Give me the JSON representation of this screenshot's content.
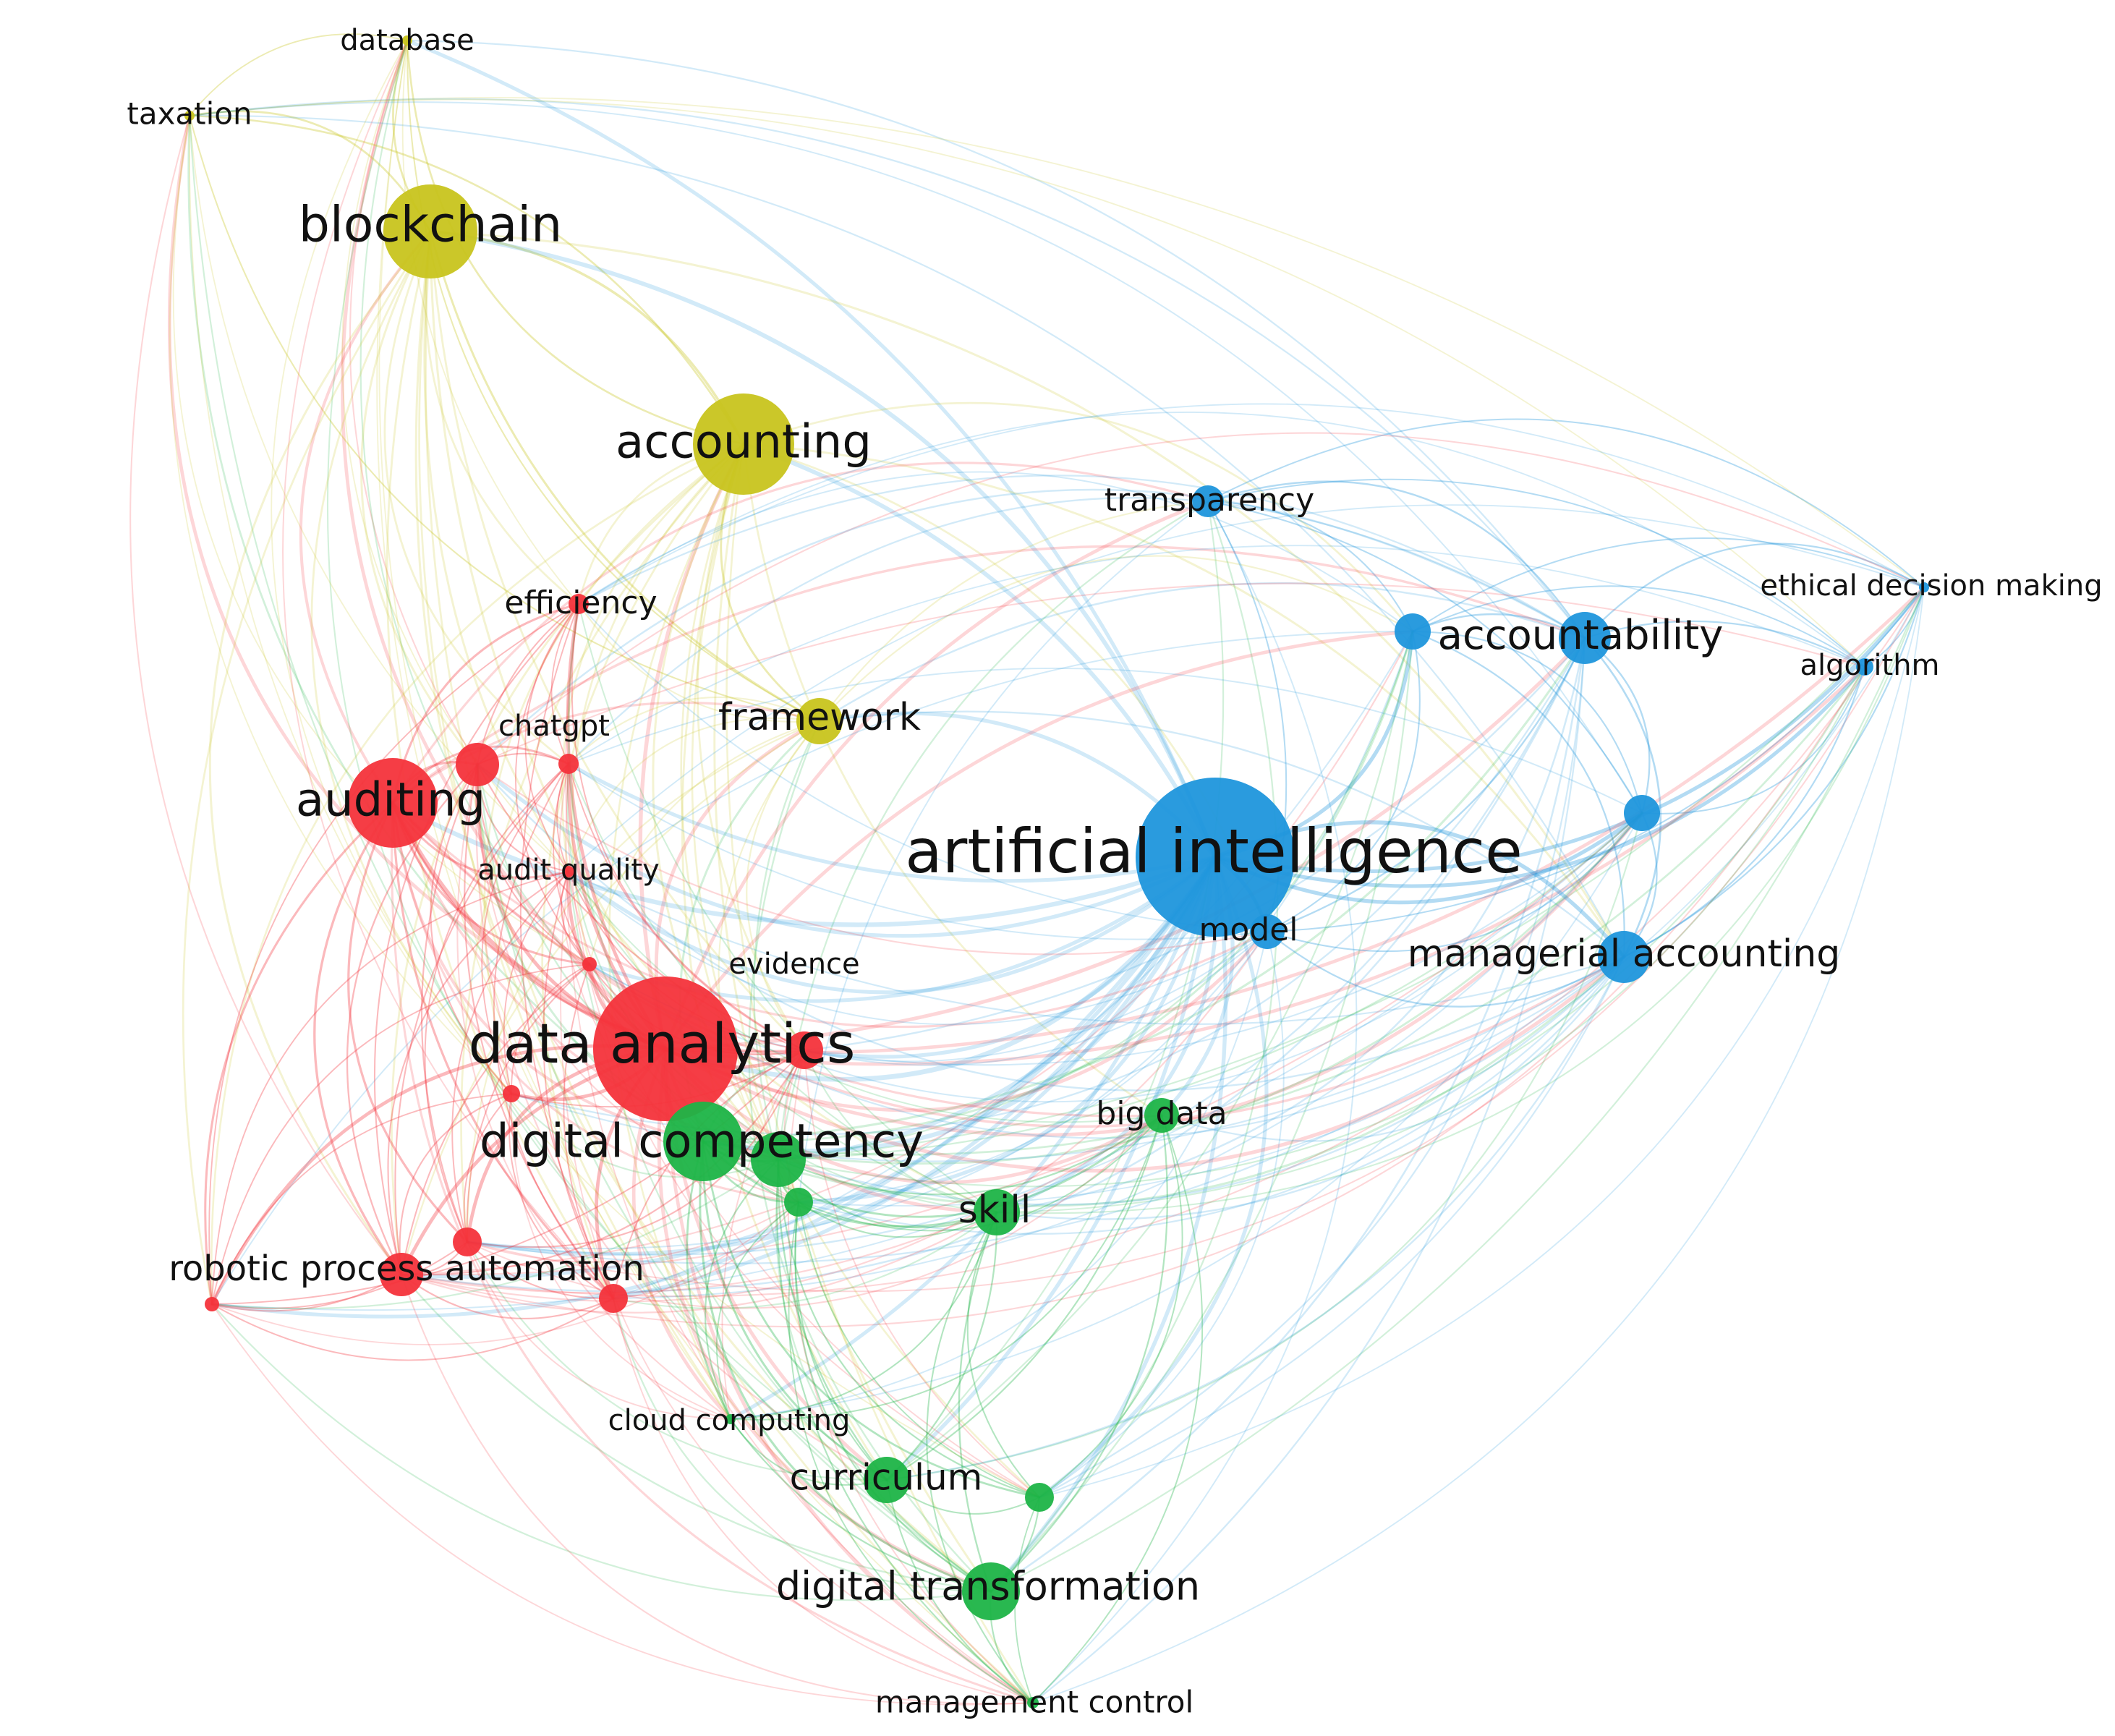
{
  "diagram": {
    "type": "keyword co-occurrence network",
    "clusters": {
      "red": "#f4333b",
      "green": "#1db447",
      "blue": "#1f96dc",
      "yellow": "#c8c41e"
    },
    "nodes": [
      {
        "id": "database",
        "label": "database",
        "cluster": "yellow",
        "weight": 1
      },
      {
        "id": "taxation",
        "label": "taxation",
        "cluster": "yellow",
        "weight": 1
      },
      {
        "id": "blockchain",
        "label": "blockchain",
        "cluster": "yellow",
        "weight": 9
      },
      {
        "id": "accounting",
        "label": "accounting",
        "cluster": "yellow",
        "weight": 8
      },
      {
        "id": "framework",
        "label": "framework",
        "cluster": "yellow",
        "weight": 3
      },
      {
        "id": "transparency",
        "label": "transparency",
        "cluster": "blue",
        "weight": 2
      },
      {
        "id": "ethical-decision-making",
        "label": "ethical decision making",
        "cluster": "blue",
        "weight": 1
      },
      {
        "id": "accountability",
        "label": "accountability",
        "cluster": "blue",
        "weight": 5
      },
      {
        "id": "algorithm",
        "label": "algorithm",
        "cluster": "blue",
        "weight": 1
      },
      {
        "id": "blue-unlabeled-1",
        "label": "",
        "cluster": "blue",
        "weight": 2
      },
      {
        "id": "blue-unlabeled-2",
        "label": "",
        "cluster": "blue",
        "weight": 2
      },
      {
        "id": "artificial-intelligence",
        "label": "artificial intelligence",
        "cluster": "blue",
        "weight": 30
      },
      {
        "id": "model",
        "label": "model",
        "cluster": "blue",
        "weight": 2
      },
      {
        "id": "managerial-accounting",
        "label": "managerial accounting",
        "cluster": "blue",
        "weight": 4
      },
      {
        "id": "efficiency",
        "label": "efficiency",
        "cluster": "red",
        "weight": 1
      },
      {
        "id": "chatgpt",
        "label": "chatgpt",
        "cluster": "red",
        "weight": 1
      },
      {
        "id": "red-unlabeled-1",
        "label": "",
        "cluster": "red",
        "weight": 3
      },
      {
        "id": "auditing",
        "label": "auditing",
        "cluster": "red",
        "weight": 12
      },
      {
        "id": "audit-quality",
        "label": "audit quality",
        "cluster": "red",
        "weight": 1
      },
      {
        "id": "red-unlabeled-2",
        "label": "",
        "cluster": "red",
        "weight": 1
      },
      {
        "id": "evidence",
        "label": "evidence",
        "cluster": "red",
        "weight": 2
      },
      {
        "id": "data-analytics",
        "label": "data analytics",
        "cluster": "red",
        "weight": 26
      },
      {
        "id": "red-unlabeled-3",
        "label": "",
        "cluster": "red",
        "weight": 1
      },
      {
        "id": "robotic-process-automation",
        "label": "robotic process automation",
        "cluster": "red",
        "weight": 3
      },
      {
        "id": "red-unlabeled-4",
        "label": "",
        "cluster": "red",
        "weight": 2
      },
      {
        "id": "red-unlabeled-5",
        "label": "",
        "cluster": "red",
        "weight": 2
      },
      {
        "id": "red-unlabeled-6",
        "label": "",
        "cluster": "red",
        "weight": 1
      },
      {
        "id": "digital-competency",
        "label": "digital competency",
        "cluster": "green",
        "weight": 9
      },
      {
        "id": "green-unlabeled-1",
        "label": "",
        "cluster": "green",
        "weight": 4
      },
      {
        "id": "green-unlabeled-2",
        "label": "",
        "cluster": "green",
        "weight": 1
      },
      {
        "id": "big-data",
        "label": "big data",
        "cluster": "green",
        "weight": 2
      },
      {
        "id": "skill",
        "label": "skill",
        "cluster": "green",
        "weight": 3
      },
      {
        "id": "cloud-computing",
        "label": "cloud computing",
        "cluster": "green",
        "weight": 1
      },
      {
        "id": "curriculum",
        "label": "curriculum",
        "cluster": "green",
        "weight": 3
      },
      {
        "id": "green-unlabeled-3",
        "label": "",
        "cluster": "green",
        "weight": 1
      },
      {
        "id": "digital-transformation",
        "label": "digital transformation",
        "cluster": "green",
        "weight": 4
      },
      {
        "id": "management-control",
        "label": "management control",
        "cluster": "green",
        "weight": 1
      }
    ]
  }
}
